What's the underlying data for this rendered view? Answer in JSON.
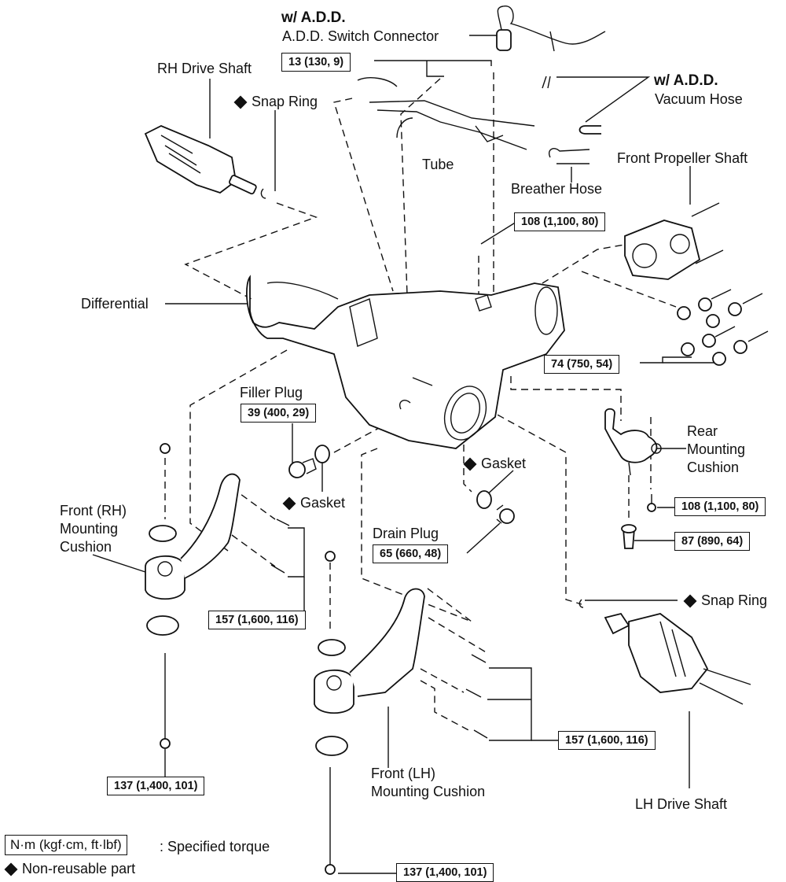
{
  "diagram": {
    "title": "Front Differential Components",
    "parts": {
      "add_title_1": "w/  A.D.D.",
      "add_switch_connector": "A.D.D. Switch Connector",
      "add_title_2": "w/  A.D.D.",
      "vacuum_hose": "Vacuum Hose",
      "rh_drive_shaft": "RH Drive Shaft",
      "snap_ring_rh": "Snap Ring",
      "tube": "Tube",
      "breather_hose": "Breather Hose",
      "front_propeller_shaft": "Front Propeller Shaft",
      "differential": "Differential",
      "filler_plug": "Filler Plug",
      "gasket_filler": "Gasket",
      "gasket_drain": "Gasket",
      "drain_plug": "Drain Plug",
      "rear_mounting_cushion": [
        "Rear",
        "Mounting",
        "Cushion"
      ],
      "front_rh_mounting_cushion": [
        "Front (RH)",
        "Mounting",
        "Cushion"
      ],
      "snap_ring_lh": "Snap Ring",
      "front_lh_mounting_cushion": [
        "Front (LH)",
        "Mounting Cushion"
      ],
      "lh_drive_shaft": "LH Drive Shaft"
    },
    "torques": {
      "add_connector_bolt": "13 (130, 9)",
      "breather_bolt": "108 (1,100, 80)",
      "propeller_nuts": "74 (750, 54)",
      "filler_plug": "39 (400, 29)",
      "drain_plug": "65 (660, 48)",
      "rear_cushion_bolt": "108 (1,100, 80)",
      "rear_cushion_nut": "87 (890, 64)",
      "front_rh_bolts": "157 (1,600, 116)",
      "front_rh_through_bolt": "137 (1,400, 101)",
      "front_lh_bolts": "157 (1,600, 116)",
      "front_lh_through_bolt": "137 (1,400, 101)"
    },
    "legend": {
      "torque_unit": "N·m (kgf·cm, ft·lbf)",
      "torque_desc": ": Specified torque",
      "non_reusable": "Non-reusable part"
    }
  }
}
